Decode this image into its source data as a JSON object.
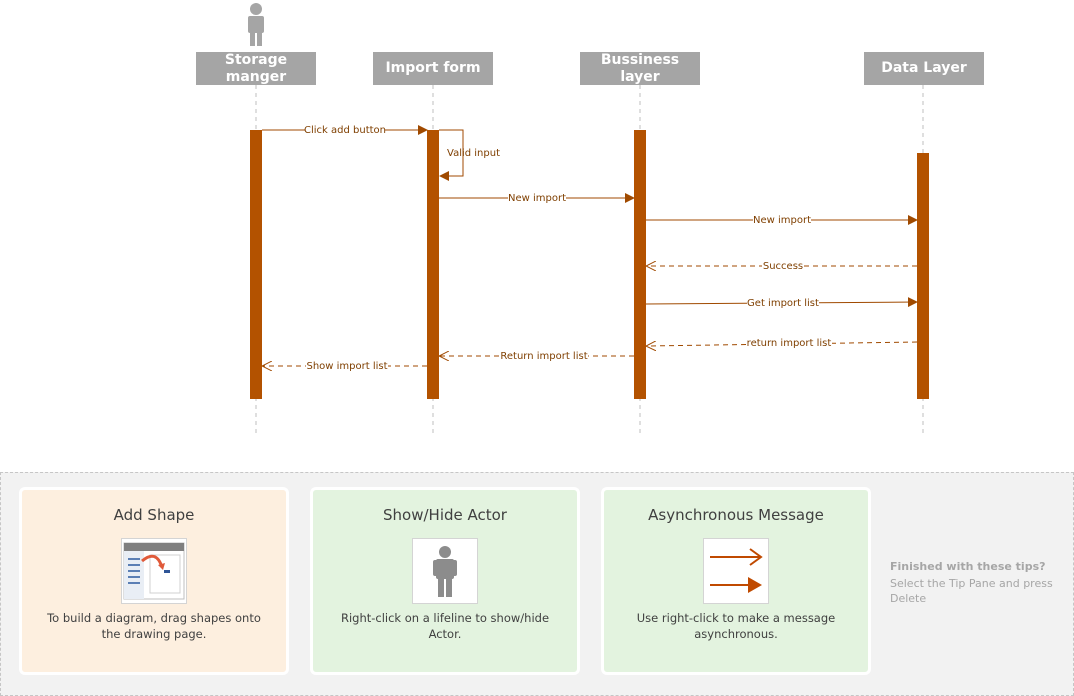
{
  "diagram": {
    "lifelines": [
      {
        "id": "storage",
        "label_lines": [
          "Storage",
          "manger"
        ],
        "has_actor": true
      },
      {
        "id": "import_form",
        "label_lines": [
          "Import form"
        ]
      },
      {
        "id": "business",
        "label_lines": [
          "Bussiness",
          "layer"
        ]
      },
      {
        "id": "data_layer",
        "label_lines": [
          "Data Layer"
        ]
      }
    ],
    "messages": [
      {
        "from": "storage",
        "to": "import_form",
        "label": "Click add button",
        "style": "sync"
      },
      {
        "from": "import_form",
        "to": "import_form",
        "label": "Valid input",
        "style": "self"
      },
      {
        "from": "import_form",
        "to": "business",
        "label": "New import",
        "style": "sync"
      },
      {
        "from": "business",
        "to": "data_layer",
        "label": "New import",
        "style": "sync"
      },
      {
        "from": "data_layer",
        "to": "business",
        "label": "Success",
        "style": "return"
      },
      {
        "from": "business",
        "to": "data_layer",
        "label": "Get import list",
        "style": "sync"
      },
      {
        "from": "data_layer",
        "to": "business",
        "label": "return import list",
        "style": "return"
      },
      {
        "from": "business",
        "to": "import_form",
        "label": "Return import list",
        "style": "return"
      },
      {
        "from": "import_form",
        "to": "storage",
        "label": "Show import list",
        "style": "return"
      }
    ],
    "colors": {
      "activation": "#b35200",
      "message": "#a04a00",
      "head": "#a5a5a5",
      "lifeline": "#bfbfbf"
    }
  },
  "tips": [
    {
      "title": "Add Shape",
      "text": "To build a diagram, drag shapes onto the drawing page.",
      "bg": "#fdefdf",
      "icon": "add-shape"
    },
    {
      "title": "Show/Hide Actor",
      "text": "Right-click on a lifeline to show/hide Actor.",
      "bg": "#e3f3df",
      "icon": "actor"
    },
    {
      "title": "Asynchronous Message",
      "text": "Use right-click to make a message asynchronous.",
      "bg": "#e3f3df",
      "icon": "async-arrows"
    }
  ],
  "finished": {
    "title": "Finished with these tips?",
    "text": "Select the Tip Pane and press Delete"
  }
}
